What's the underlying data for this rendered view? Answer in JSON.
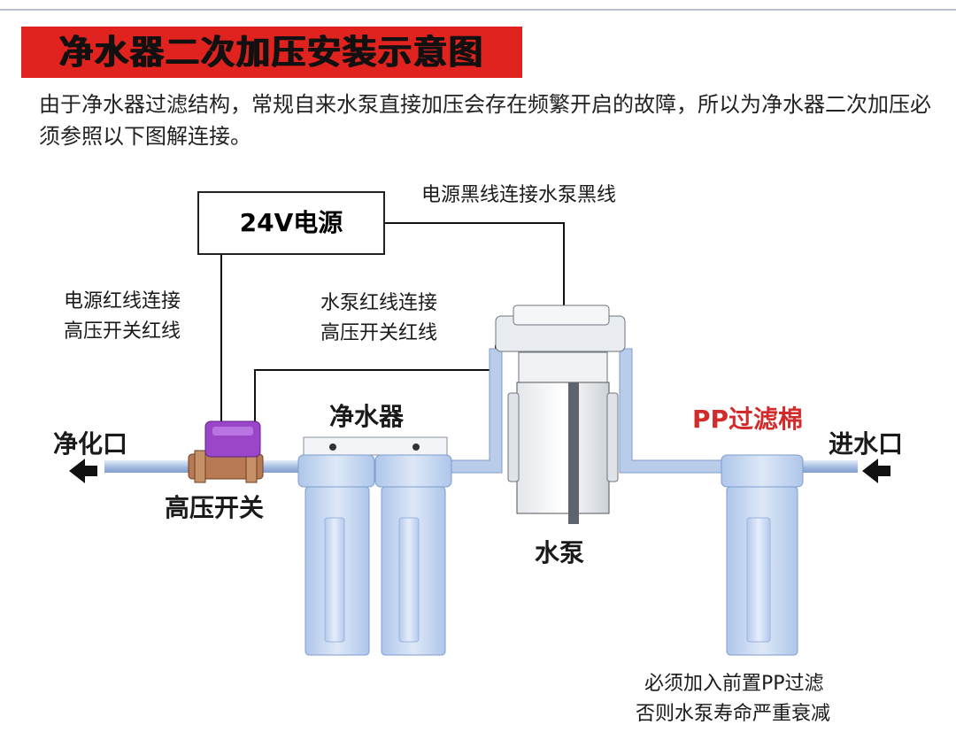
{
  "title": "净水器二次加压安装示意图",
  "intro": "由于净水器过滤结构，常规自来水泵直接加压会存在频繁开启的故障，所以为净水器二次加压必须参照以下图解连接。",
  "power_supply": "24V电源",
  "notes": {
    "black_wire": "电源黑线连接水泵黑线",
    "power_red_line1": "电源红线连接",
    "power_red_line2": "高压开关红线",
    "pump_red_line1": "水泵红线连接",
    "pump_red_line2": "高压开关红线"
  },
  "components": {
    "outlet": "净化口",
    "pressure_switch": "高压开关",
    "purifier": "净水器",
    "pump": "水泵",
    "pp_filter": "PP过滤棉",
    "inlet": "进水口"
  },
  "warning_line1": "必须加入前置PP过滤",
  "warning_line2": "否则水泵寿命严重衰减",
  "colors": {
    "title_bg": "#e0231f",
    "pp_label": "#d22b2b",
    "housing": "#c5d6ee",
    "pipe": "#a9c0e4",
    "switch_body": "#9b45c9"
  }
}
